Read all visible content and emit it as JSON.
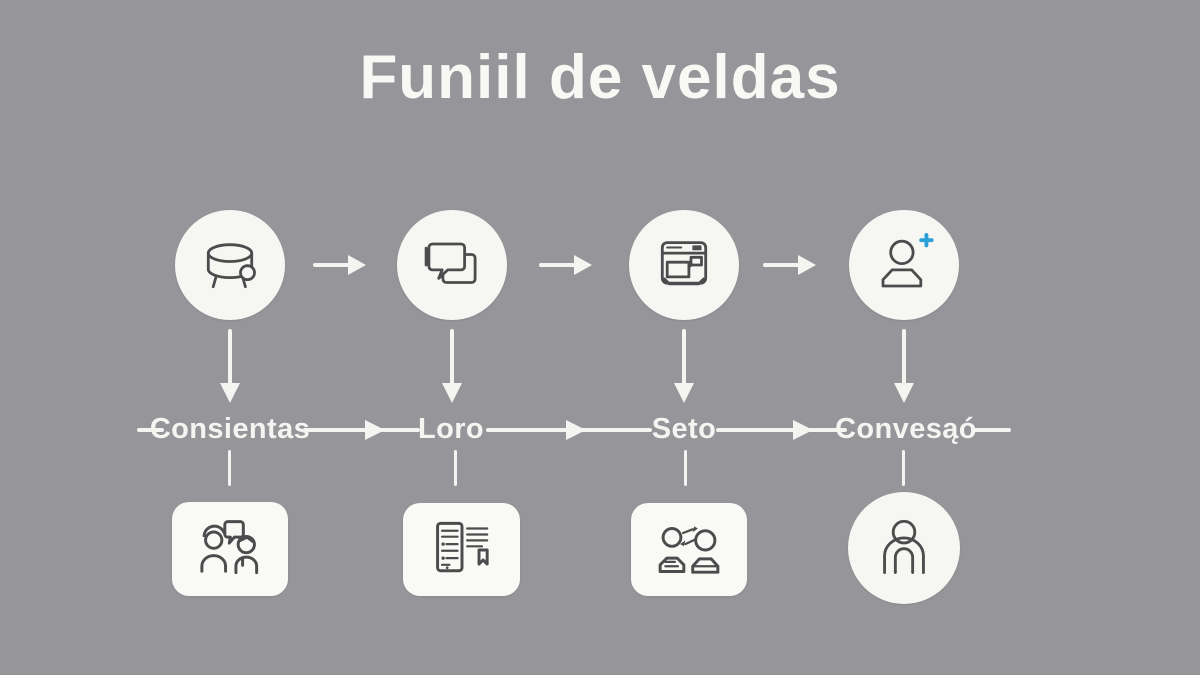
{
  "title": "Funiil de veldas",
  "colors": {
    "background": "#95959a",
    "node_surface": "#f6f6f3",
    "line_and_text": "#f4f4f1",
    "icon_stroke": "#4c4c4e",
    "accent_plus": "#2b9fd8"
  },
  "stages": [
    {
      "label": "Consientas",
      "top_icon": "drum-pot-icon",
      "bottom_icon": "people-conversation-icon"
    },
    {
      "label": "Loro",
      "top_icon": "chat-bubbles-icon",
      "bottom_icon": "document-checklist-icon"
    },
    {
      "label": "Seto",
      "top_icon": "browser-window-icon",
      "bottom_icon": "people-exchange-icon"
    },
    {
      "label": "Convesąó",
      "top_icon": "add-person-icon",
      "bottom_icon": "person-arch-icon"
    }
  ]
}
